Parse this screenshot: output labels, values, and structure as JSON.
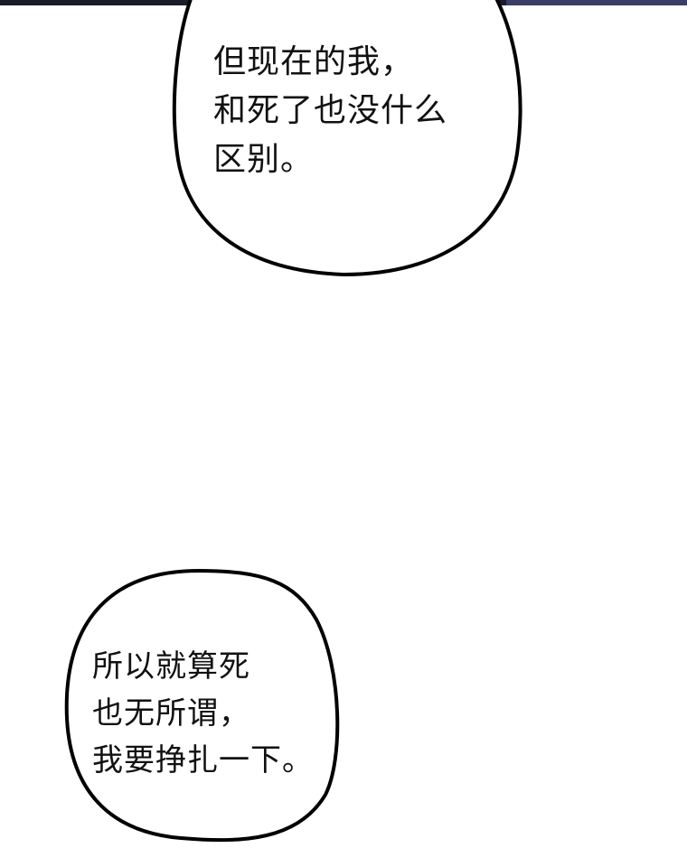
{
  "panel": {
    "bubbles": [
      {
        "lines": [
          "但现在的我，",
          "和死了也没什么",
          "区别。"
        ]
      },
      {
        "lines": [
          "所以就算死",
          "也无所谓，",
          "我要挣扎一下。"
        ]
      }
    ]
  },
  "colors": {
    "background": "#ffffff",
    "bubble_fill": "#ffffff",
    "bubble_stroke": "#000000",
    "text": "#111111",
    "top_strip": "#1a1c2c"
  }
}
